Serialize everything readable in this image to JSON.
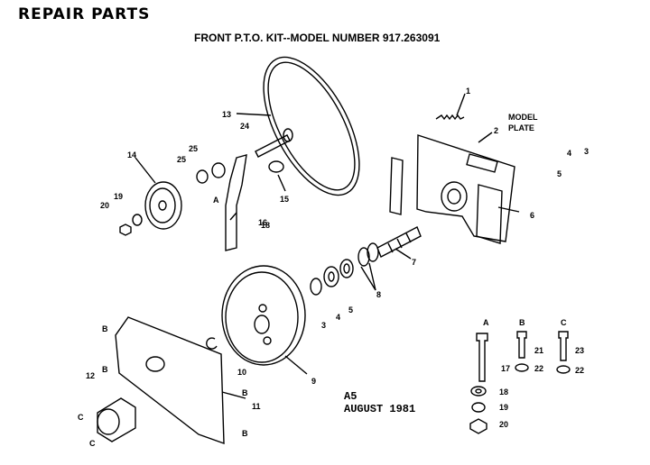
{
  "header": {
    "title": "REPAIR PARTS",
    "subtitle": "FRONT P.T.O. KIT--MODEL NUMBER 917.263091"
  },
  "stamp": {
    "code": "A5",
    "date": "AUGUST 1981"
  },
  "diagram": {
    "model_plate_label_1": "MODEL",
    "model_plate_label_2": "PLATE",
    "part_callouts": [
      "1",
      "2",
      "3",
      "4",
      "5",
      "6",
      "7",
      "8",
      "3",
      "4",
      "5",
      "9",
      "10",
      "11",
      "12",
      "13",
      "14",
      "15",
      "16",
      "17",
      "18",
      "19",
      "20",
      "21",
      "22",
      "22",
      "23",
      "24",
      "25",
      "25",
      "19",
      "20",
      "18"
    ],
    "letter_callouts": [
      "A",
      "B",
      "B",
      "B",
      "B",
      "C",
      "C"
    ],
    "legend": {
      "col_a": "A",
      "col_b": "B",
      "col_c": "C",
      "labels": [
        "21",
        "23",
        "17",
        "22",
        "22",
        "18",
        "19",
        "20"
      ]
    }
  }
}
